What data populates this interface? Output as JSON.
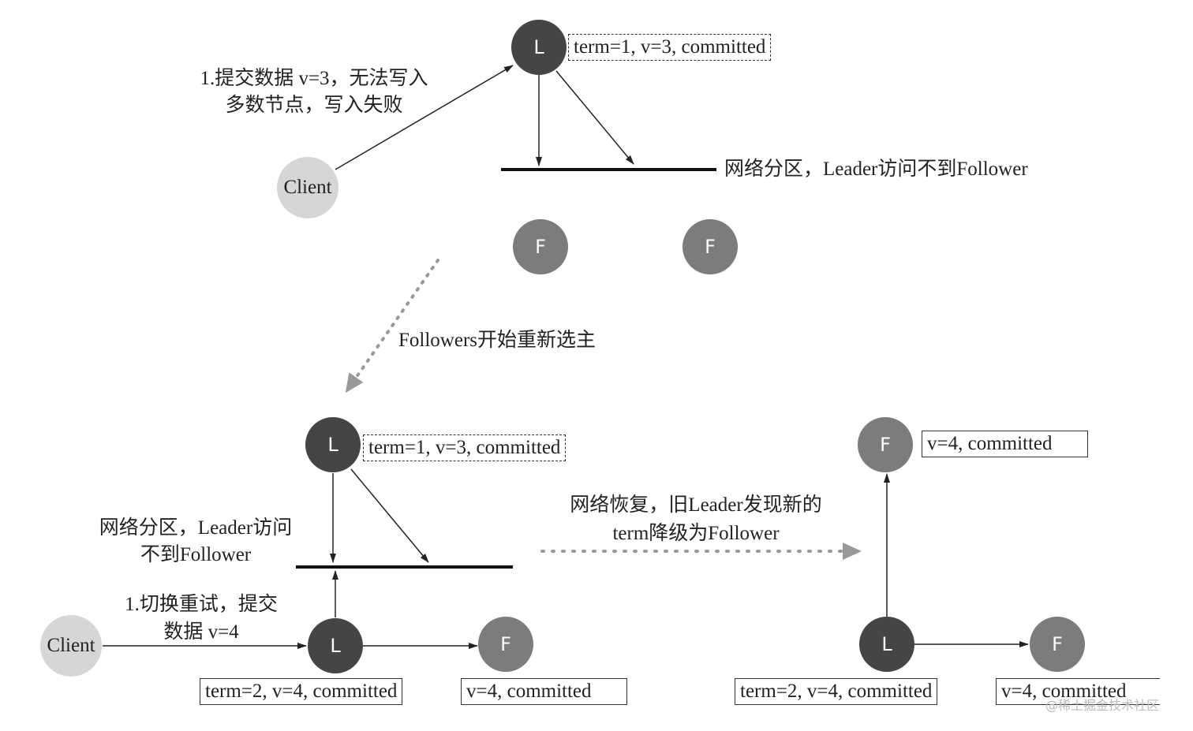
{
  "top": {
    "leader": "L",
    "leader_state": "term=1, v=3, committed",
    "client": "Client",
    "client_note": [
      "1.提交数据 v=3，无法写入",
      "多数节点，写入失败"
    ],
    "partition_note": "网络分区，Leader访问不到Follower",
    "followers": [
      "F",
      "F"
    ]
  },
  "transition_1": "Followers开始重新选主",
  "bottom_left": {
    "old_leader": "L",
    "old_leader_state": "term=1, v=3, committed",
    "partition_note": [
      "网络分区，Leader访问",
      "不到Follower"
    ],
    "client": "Client",
    "client_note": [
      "1.切换重试，提交",
      "数据 v=4"
    ],
    "new_leader": "L",
    "new_leader_state": "term=2, v=4, committed",
    "follower": "F",
    "follower_state": "v=4, committed"
  },
  "transition_2": [
    "网络恢复，旧Leader发现新的",
    "term降级为Follower"
  ],
  "bottom_right": {
    "demoted": "F",
    "demoted_state": "v=4, committed",
    "leader": "L",
    "leader_state": "term=2, v=4, committed",
    "follower": "F",
    "follower_state": "v=4, committed"
  },
  "watermark": "@稀土掘金技术社区"
}
